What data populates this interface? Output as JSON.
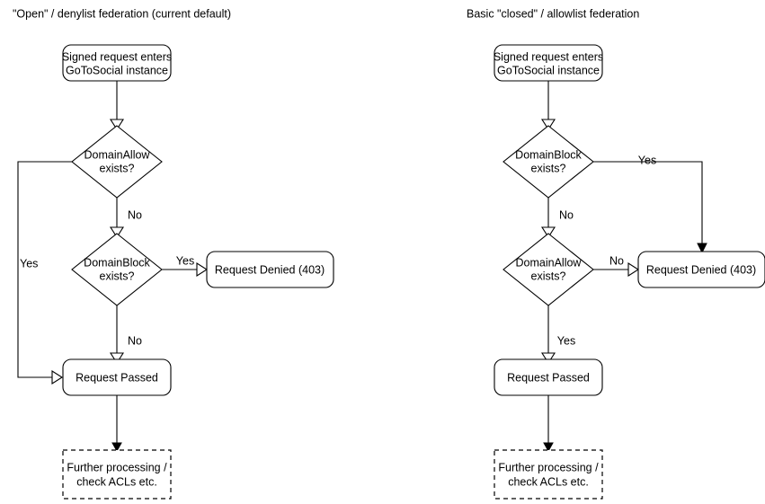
{
  "diagram": {
    "title_left": "\"Open\" / denylist federation (current default)",
    "title_right": "Basic \"closed\" / allowlist federation",
    "colors": {
      "background": "#ffffff",
      "stroke": "#000000",
      "text": "#000000",
      "fill": "#ffffff"
    }
  },
  "left_panel": {
    "title": "\"Open\" / denylist federation (current default)",
    "nodes": {
      "start": {
        "line1": "Signed request enters",
        "line2": "GoToSocial instance"
      },
      "decision1": {
        "line1": "DomainAllow",
        "line2": "exists?"
      },
      "decision2": {
        "line1": "DomainBlock",
        "line2": "exists?"
      },
      "denied": {
        "label": "Request Denied (403)"
      },
      "passed": {
        "label": "Request Passed"
      },
      "further": {
        "line1": "Further processing /",
        "line2": "check ACLs etc."
      }
    },
    "edges": {
      "allow_no": "No",
      "allow_yes": "Yes",
      "block_yes": "Yes",
      "block_no": "No"
    }
  },
  "right_panel": {
    "title": "Basic \"closed\" / allowlist federation",
    "nodes": {
      "start": {
        "line1": "Signed request enters",
        "line2": "GoToSocial instance"
      },
      "decision1": {
        "line1": "DomainBlock",
        "line2": "exists?"
      },
      "decision2": {
        "line1": "DomainAllow",
        "line2": "exists?"
      },
      "denied": {
        "label": "Request Denied (403)"
      },
      "passed": {
        "label": "Request Passed"
      },
      "further": {
        "line1": "Further processing /",
        "line2": "check ACLs etc."
      }
    },
    "edges": {
      "block_yes": "Yes",
      "block_no": "No",
      "allow_no": "No",
      "allow_yes": "Yes"
    }
  }
}
